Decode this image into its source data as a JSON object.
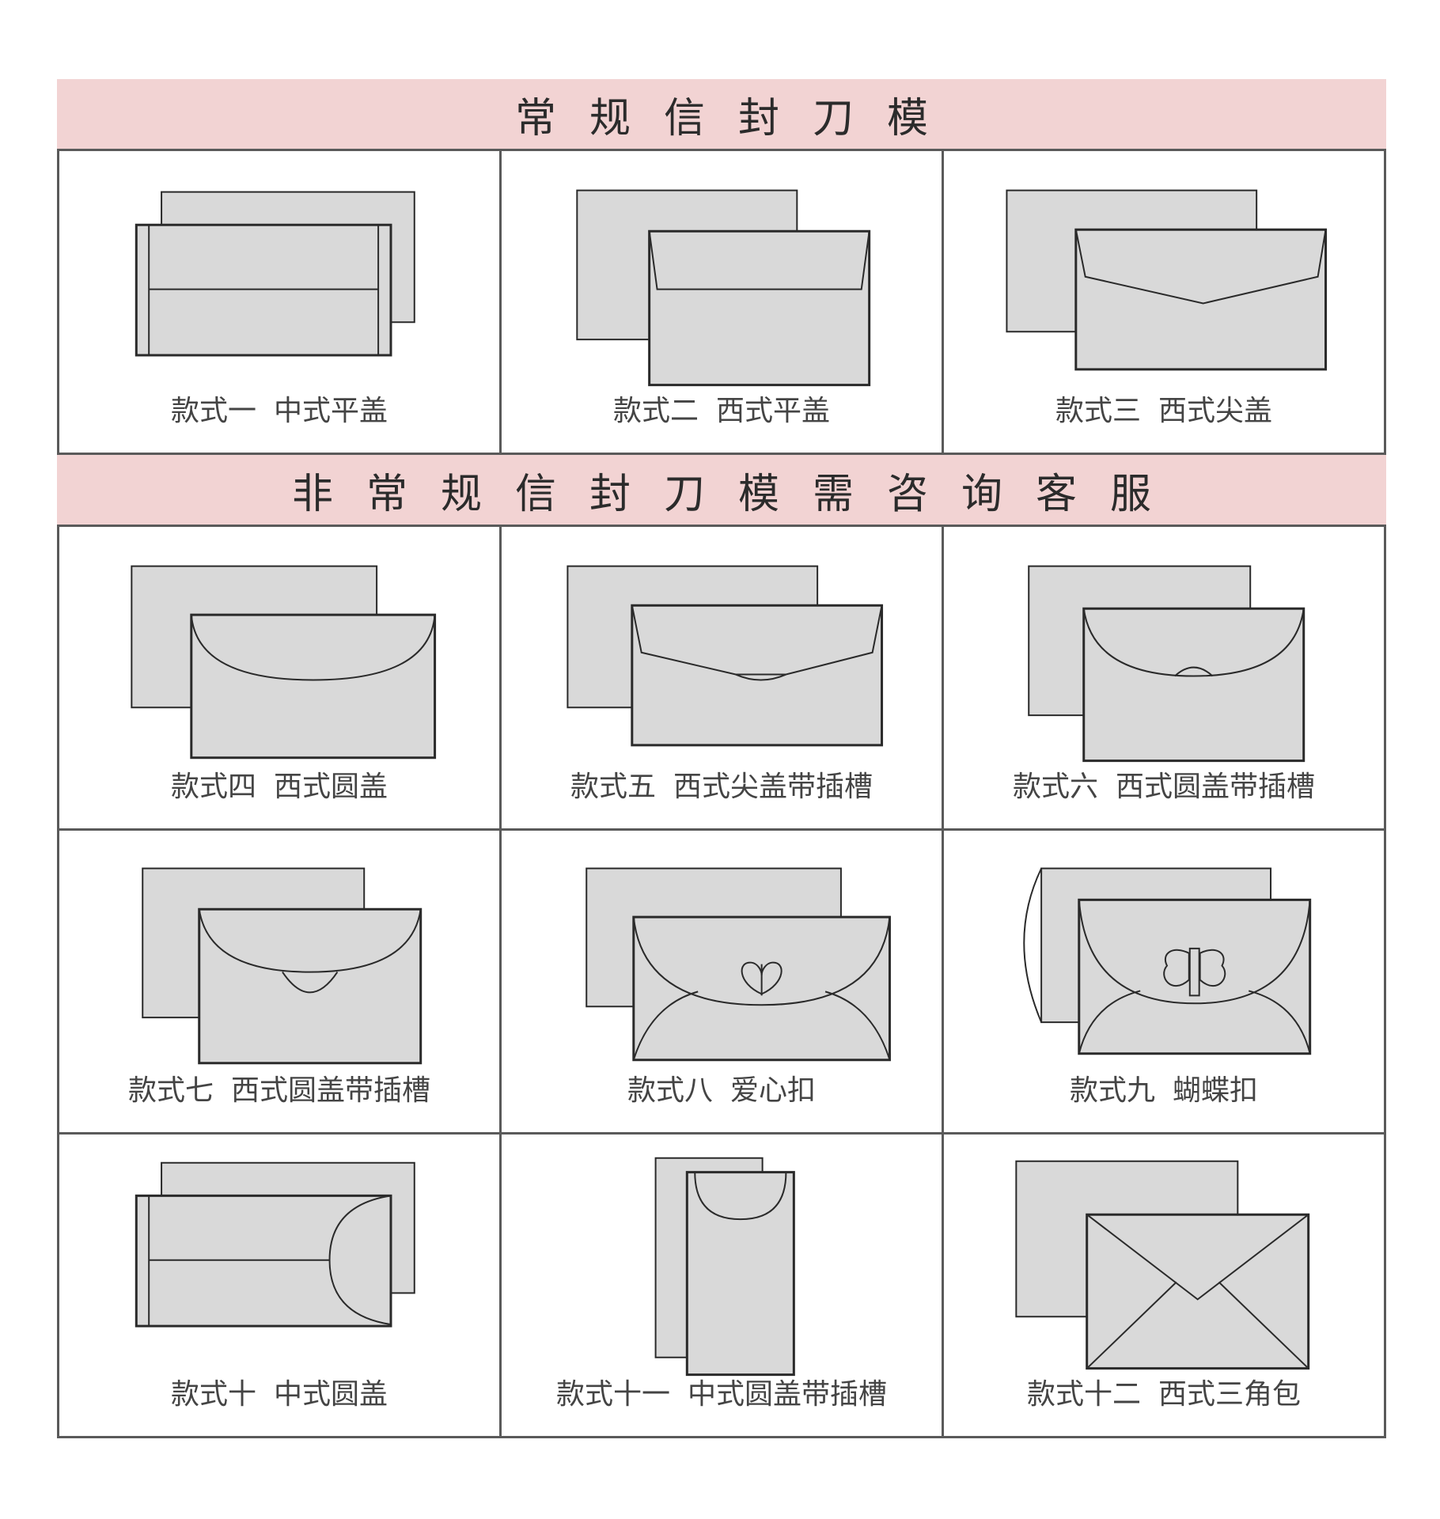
{
  "sections": [
    {
      "title": "常规信封刀模",
      "items": [
        {
          "style": "款式一",
          "name": "中式平盖"
        },
        {
          "style": "款式二",
          "name": "西式平盖"
        },
        {
          "style": "款式三",
          "name": "西式尖盖"
        }
      ]
    },
    {
      "title": "非常规信封刀模需咨询客服",
      "items": [
        {
          "style": "款式四",
          "name": "西式圆盖"
        },
        {
          "style": "款式五",
          "name": "西式尖盖带插槽"
        },
        {
          "style": "款式六",
          "name": "西式圆盖带插槽"
        },
        {
          "style": "款式七",
          "name": "西式圆盖带插槽"
        },
        {
          "style": "款式八",
          "name": "爱心扣"
        },
        {
          "style": "款式九",
          "name": "蝴蝶扣"
        },
        {
          "style": "款式十",
          "name": "中式圆盖"
        },
        {
          "style": "款式十一",
          "name": "中式圆盖带插槽"
        },
        {
          "style": "款式十二",
          "name": "西式三角包"
        }
      ]
    }
  ],
  "colors": {
    "banner": "#f2d3d3",
    "envelope_fill": "#d9d9d9",
    "stroke": "#2a2a2a",
    "grid_line": "#5a5a5a"
  }
}
